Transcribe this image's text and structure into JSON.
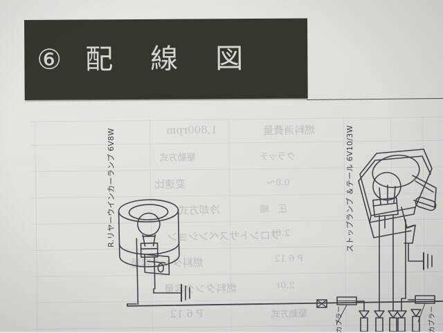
{
  "page": {
    "kind": "service-manual-scan",
    "paper_color": "#e3e3df",
    "ink_color": "#3b3d44"
  },
  "banner": {
    "section_number": "⑥",
    "title_char_1": "配",
    "title_char_2": "線",
    "title_char_3": "図",
    "full_title": "⑥ 配 線 図",
    "background_color": "#38352f",
    "text_color": "#d9d8d2"
  },
  "diagram": {
    "left_lamp_label": "R.リヤーウインカーランプ 6V8W",
    "right_lamp_label": "ストップランプ ＆テール 6V10/3W",
    "coupler_label_left": "カプラー",
    "coupler_label_right": "カプラー",
    "ground_symbol": "earth-ground",
    "crossing_marker": "wire-crossing-x"
  },
  "bleed_through": {
    "note": "mirrored text bleeding from reverse side of page",
    "rows": [
      "1,800rpm",
      "燃料消費量",
      "駆動方式",
      "クラッチ",
      "変速比",
      "0.8～",
      "冷却方式",
      "圧　縮",
      "フロントサスペンション",
      "2.0ℓ",
      "燃料タンク容量",
      "P 6 12"
    ]
  }
}
